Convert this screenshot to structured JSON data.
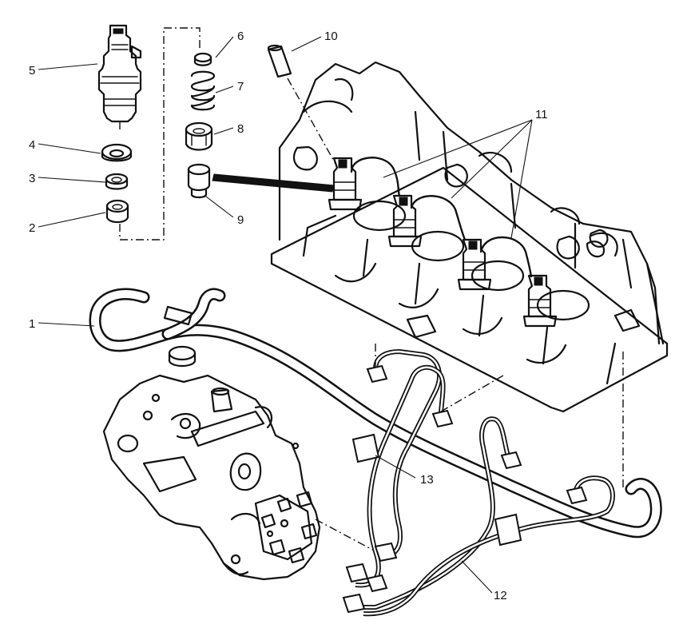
{
  "callouts": [
    {
      "id": "c1",
      "label": "1"
    },
    {
      "id": "c2",
      "label": "2"
    },
    {
      "id": "c3",
      "label": "3"
    },
    {
      "id": "c4",
      "label": "4"
    },
    {
      "id": "c5",
      "label": "5"
    },
    {
      "id": "c6",
      "label": "6"
    },
    {
      "id": "c7",
      "label": "7"
    },
    {
      "id": "c8",
      "label": "8"
    },
    {
      "id": "c9",
      "label": "9"
    },
    {
      "id": "c10",
      "label": "10"
    },
    {
      "id": "c11",
      "label": "11"
    },
    {
      "id": "c12",
      "label": "12"
    },
    {
      "id": "c13",
      "label": "13"
    }
  ],
  "colors": {
    "ink": "#111111",
    "paper": "#ffffff"
  }
}
